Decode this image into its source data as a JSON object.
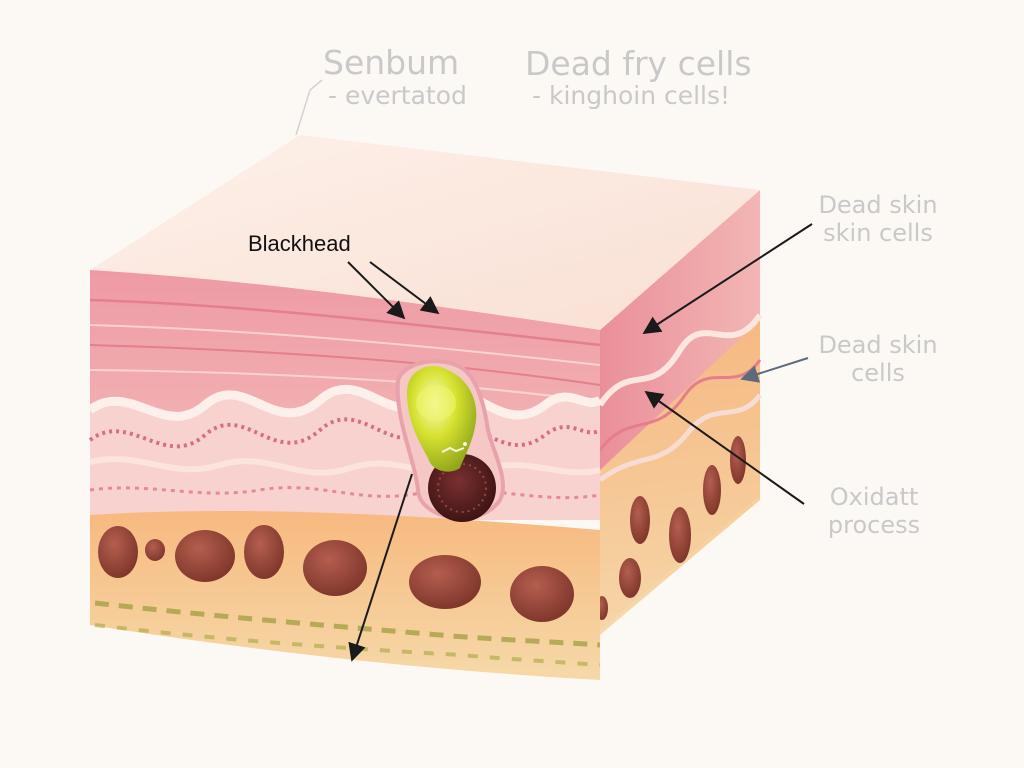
{
  "labels": {
    "sebum_title": "Senbum",
    "sebum_sub": "- evertatod",
    "dead_fry_title": "Dead fry cells",
    "dead_fry_sub": "- kinghoin cells!",
    "blackhead": "Blackhead",
    "dead_skin_1_line1": "Dead skin",
    "dead_skin_1_line2": "skin cells",
    "dead_skin_2_line1": "Dead skin",
    "dead_skin_2_line2": "cells",
    "oxidation_line1": "Oxidatt",
    "oxidation_line2": "process"
  },
  "colors": {
    "background": "#fcf8f4",
    "top_surface": "#fbe5dc",
    "epidermis": "#f0a5ad",
    "dermis_light": "#f7d3cf",
    "fat_layer": "#f4c491",
    "fat_cells": "#8e4438",
    "sebum_plug": "#d8e23a",
    "oxidized_core": "#5a2323",
    "annotation_text": "#c9c9c9",
    "arrow": "#1a1a1a"
  }
}
